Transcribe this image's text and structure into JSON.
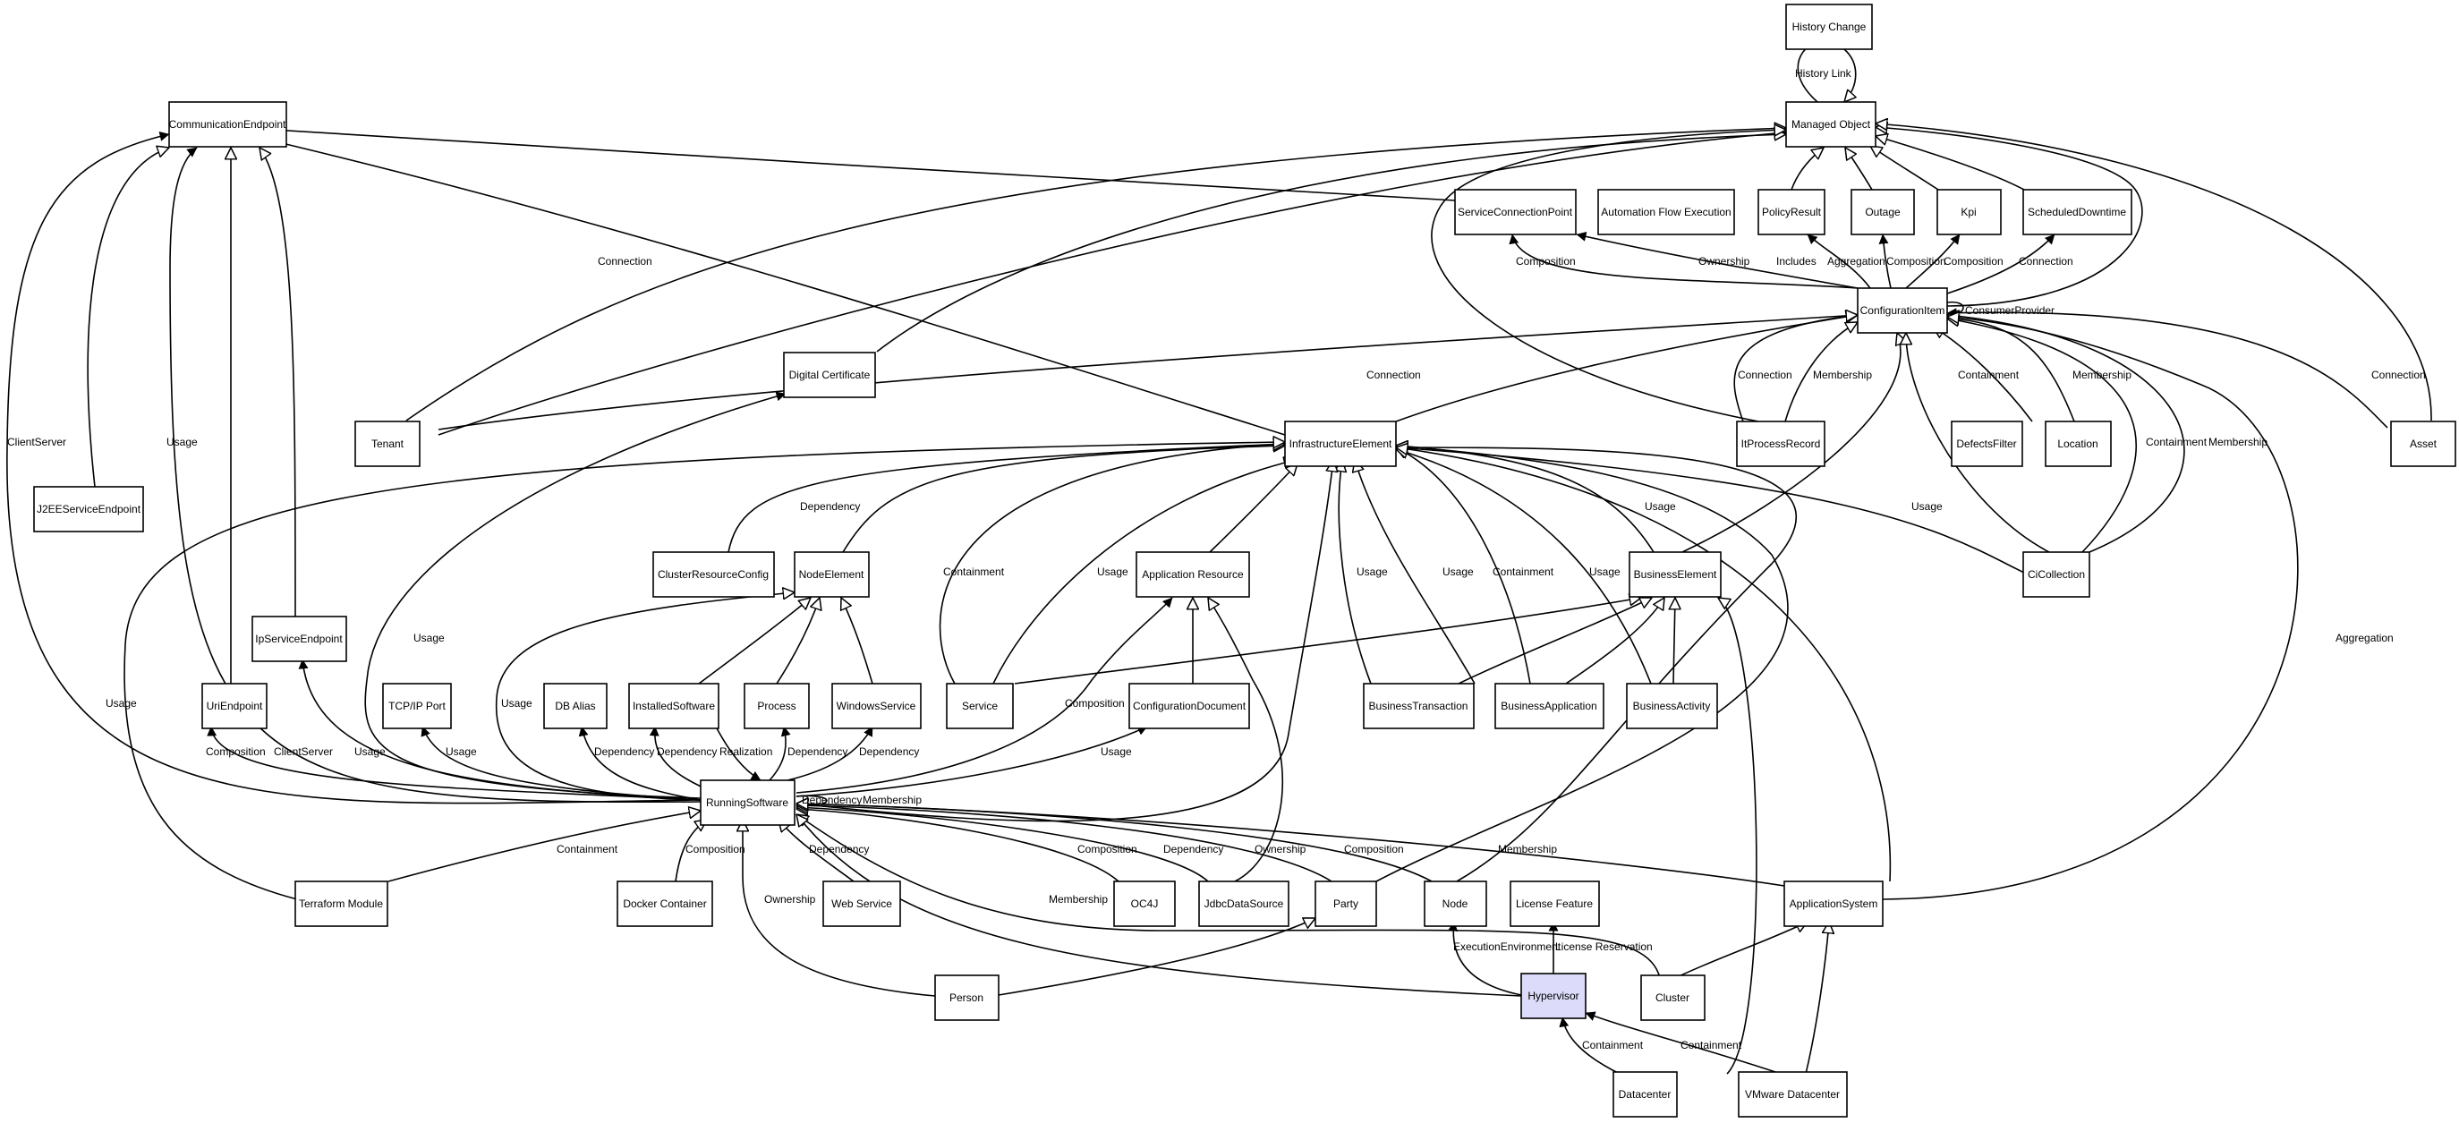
{
  "nodes": {
    "history_change": "History Change",
    "managed_object": "Managed Object",
    "communication_endpoint": "CommunicationEndpoint",
    "service_connection_point": "ServiceConnectionPoint",
    "automation_flow_execution": "Automation Flow Execution",
    "policy_result": "PolicyResult",
    "outage": "Outage",
    "kpi": "Kpi",
    "scheduled_downtime": "ScheduledDowntime",
    "configuration_item": "ConfigurationItem",
    "digital_certificate": "Digital Certificate",
    "tenant": "Tenant",
    "infrastructure_element": "InfrastructureElement",
    "it_process_record": "ItProcessRecord",
    "defects_filter": "DefectsFilter",
    "location": "Location",
    "asset": "Asset",
    "j2ee_service_endpoint": "J2EEServiceEndpoint",
    "cluster_resource_config": "ClusterResourceConfig",
    "node_element": "NodeElement",
    "application_resource": "Application Resource",
    "business_element": "BusinessElement",
    "ci_collection": "CiCollection",
    "ip_service_endpoint": "IpServiceEndpoint",
    "uri_endpoint": "UriEndpoint",
    "tcp_ip_port": "TCP/IP Port",
    "db_alias": "DB Alias",
    "installed_software": "InstalledSoftware",
    "process": "Process",
    "windows_service": "WindowsService",
    "service": "Service",
    "configuration_document": "ConfigurationDocument",
    "business_transaction": "BusinessTransaction",
    "business_application": "BusinessApplication",
    "business_activity": "BusinessActivity",
    "running_software": "RunningSoftware",
    "terraform_module": "Terraform Module",
    "docker_container": "Docker Container",
    "web_service": "Web Service",
    "oc4j": "OC4J",
    "jdbc_data_source": "JdbcDataSource",
    "party": "Party",
    "node": "Node",
    "license_feature": "License Feature",
    "application_system": "ApplicationSystem",
    "person": "Person",
    "hypervisor": "Hypervisor",
    "cluster": "Cluster",
    "datacenter": "Datacenter",
    "vmware_datacenter": "VMware Datacenter"
  },
  "edge_labels": {
    "history_link": "History Link",
    "connection_tenant_mo": "Connection",
    "clientserver_left": "ClientServer",
    "usage_re_ce": "Usage",
    "composition_scp": "Composition",
    "ownership_afe": "Ownership",
    "includes_pr": "Includes",
    "aggregation_pr": "Aggregation",
    "composition_outage": "Composition",
    "composition_kpi": "Composition",
    "connection_sd": "Connection",
    "consumer_provider": "ConsumerProvider",
    "connection_tenant_ci": "Connection",
    "connection_itpr": "Connection",
    "membership_itpr": "Membership",
    "containment_df": "Containment",
    "membership_loc": "Membership",
    "connection_asset": "Connection",
    "dependency_crc": "Dependency",
    "containment_service": "Containment",
    "usage_service": "Usage",
    "usage_bt": "Usage",
    "usage_ba": "Usage",
    "containment_ba": "Containment",
    "usage_bact": "Usage",
    "usage_be": "Usage",
    "usage_cic": "Usage",
    "containment_cic": "Containment",
    "membership_cic": "Membership",
    "usage_j2ee": "Usage",
    "usage_dc": "Usage",
    "aggregation_as": "Aggregation",
    "usage_rs_ne": "Usage",
    "composition_uri": "Composition",
    "clientserver_ip": "ClientServer",
    "usage_ip": "Usage",
    "usage_tcp": "Usage",
    "dependency_db": "Dependency",
    "dependency_is": "Dependency",
    "realization_is": "Realization",
    "dependency_proc": "Dependency",
    "dependency_ws": "Dependency",
    "composition_ar": "Composition",
    "usage_cd": "Usage",
    "dependency_rs_self": "Dependency",
    "membership_rs_self": "Membership",
    "containment_tm": "Containment",
    "composition_docker": "Composition",
    "dependency_web": "Dependency",
    "ownership_person": "Ownership",
    "membership_cluster": "Membership",
    "composition_oc4j": "Composition",
    "dependency_jdbc": "Dependency",
    "ownership_party": "Ownership",
    "composition_node": "Composition",
    "membership_as": "Membership",
    "execution_environment": "ExecutionEnvironment",
    "license_reservation": "License Reservation",
    "containment_dc": "Containment",
    "containment_vdc": "Containment"
  }
}
